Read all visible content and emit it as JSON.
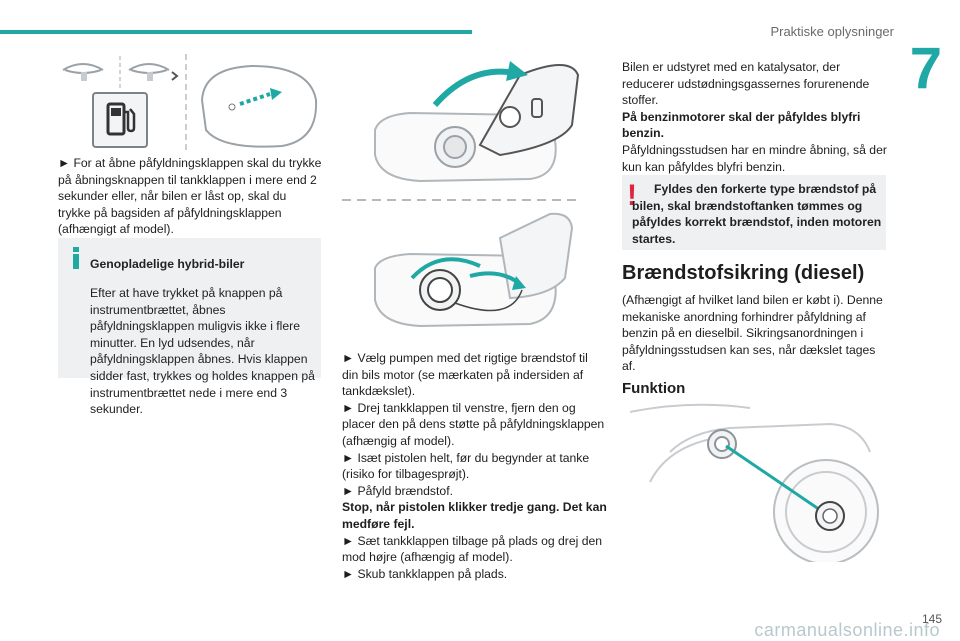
{
  "header": {
    "section_title": "Praktiske oplysninger",
    "chapter_number": "7"
  },
  "footer": {
    "page_number": "145",
    "watermark": "carmanualsonline.info"
  },
  "colors": {
    "accent": "#1fa8a4",
    "warning": "#e0263c",
    "box_bg": "#eef0f2"
  },
  "left": {
    "instruction": "► For at åbne påfyldningsklappen skal du trykke på åbningsknappen til tankklappen i mere end 2 sekunder eller, når bilen er låst op, skal du trykke på bagsiden af påfyldningsklappen (afhængigt af model).",
    "info_title": "Genopladelige hybrid-biler",
    "info_body": "Efter at have trykket på knappen på instrumentbrættet, åbnes påfyldningsklappen muligvis ikke i flere minutter. En lyd udsendes, når påfyldningsklappen åbnes. Hvis klappen sidder fast, trykkes og holdes knappen på instrumentbrættet nede i mere end 3 sekunder."
  },
  "middle": {
    "step1": "► Vælg pumpen med det rigtige brændstof til din bils motor (se mærkaten på indersiden af tankdækslet).",
    "step2": "► Drej tankklappen til venstre, fjern den og placer den på dens støtte på påfyldningsklappen (afhængig af model).",
    "step3": "► Isæt pistolen helt, før du begynder at tanke (risiko for tilbagesprøjt).",
    "step4": "► Påfyld brændstof.",
    "warning_bold": "Stop, når pistolen klikker tredje gang. Det kan medføre fejl.",
    "step5": "► Sæt tankklappen tilbage på plads og drej den mod højre (afhængig af model).",
    "step6": "► Skub tankklappen på plads."
  },
  "right": {
    "intro": "Bilen er udstyret med en katalysator, der reducerer udstødningsgassernes forurenende stoffer.",
    "petrol_bold": "På benzinmotorer skal der påfyldes blyfri benzin.",
    "petrol_text": "Påfyldningsstudsen har en mindre åbning, så der kun kan påfyldes blyfri benzin.",
    "warning_box": "Fyldes den forkerte type brændstof på bilen, skal brændstoftanken tømmes og påfyldes korrekt brændstof, inden motoren startes.",
    "heading": "Brændstofsikring (diesel)",
    "body": "(Afhængigt af hvilket land bilen er købt i). Denne mekaniske anordning forhindrer påfyldning af benzin på en dieselbil. Sikringsanordningen i påfyldningsstudsen kan ses, når dækslet tages af.",
    "subheading": "Funktion"
  }
}
